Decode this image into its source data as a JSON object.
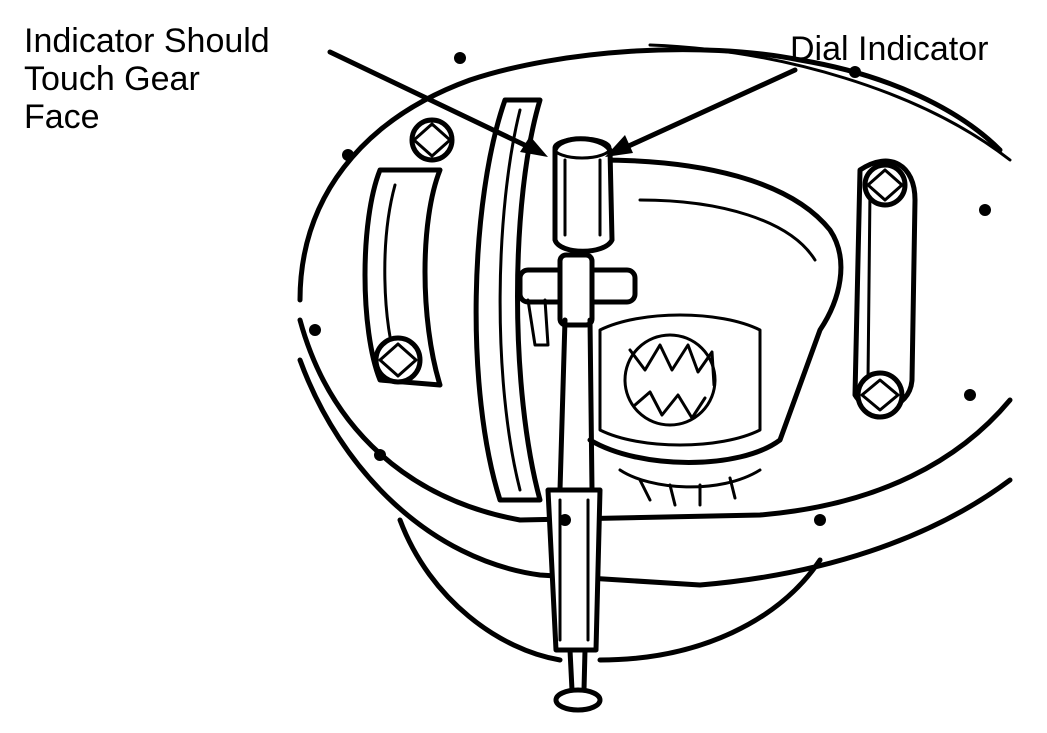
{
  "labels": {
    "indicator_line1": "Indicator Should",
    "indicator_line2": "Touch Gear",
    "indicator_line3": "Face",
    "dial_indicator": "Dial Indicator"
  },
  "colors": {
    "ink": "#000000",
    "paper": "#ffffff"
  }
}
